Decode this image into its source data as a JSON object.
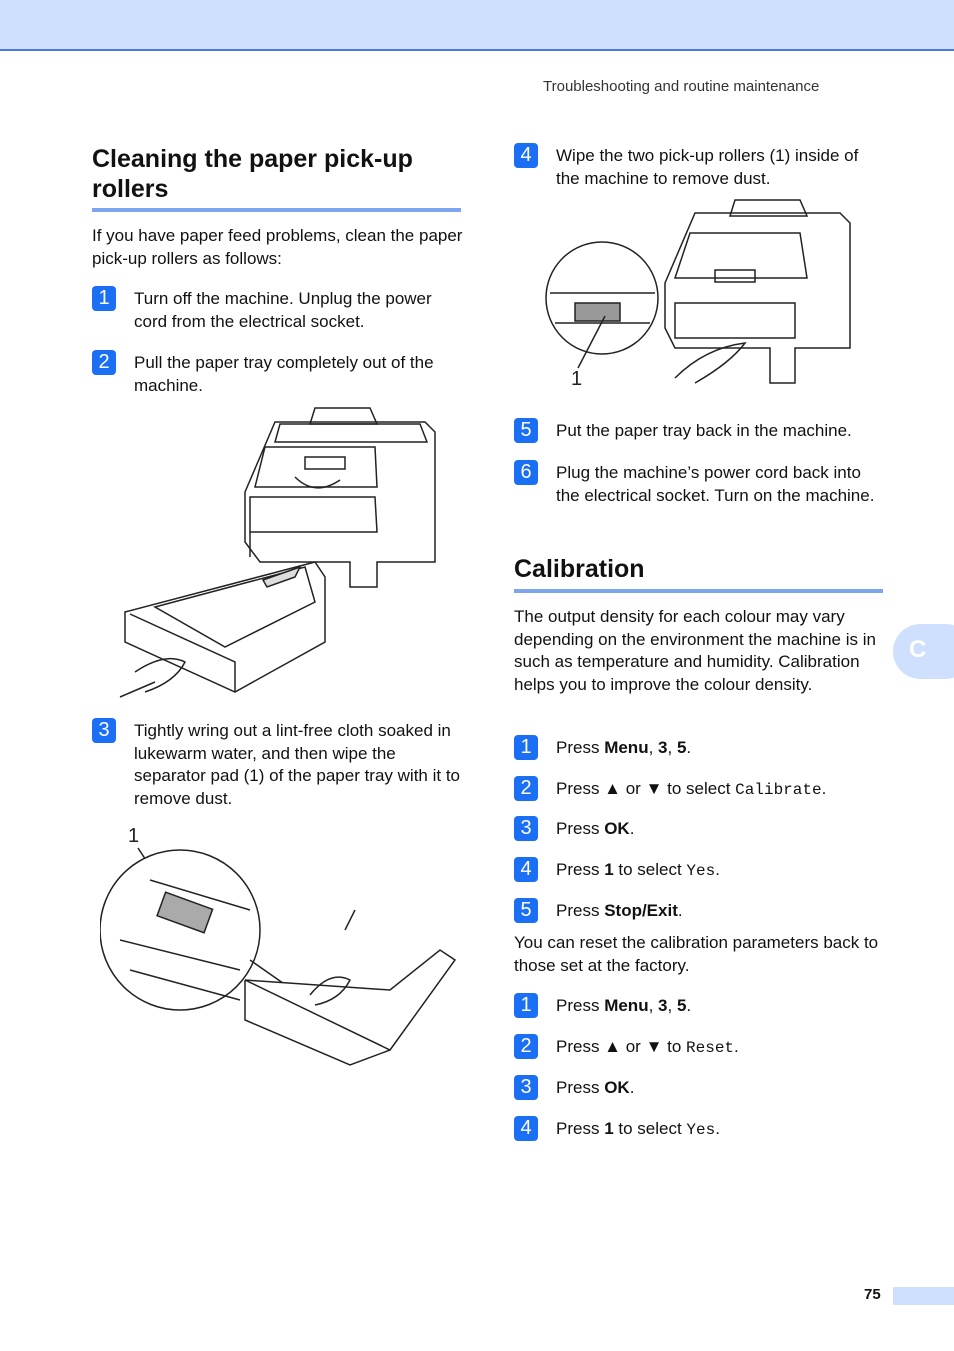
{
  "header": {
    "running_title": "Troubleshooting and routine maintenance"
  },
  "left": {
    "title": "Cleaning the paper pick-up rollers",
    "intro": "If you have paper feed problems, clean the paper pick-up rollers as follows:",
    "steps": [
      {
        "num": "1",
        "text": "Turn off the machine. Unplug the power cord from the electrical socket."
      },
      {
        "num": "2",
        "text": "Pull the paper tray completely out of the machine."
      },
      {
        "num": "3",
        "text": "Tightly wring out a lint-free cloth soaked in lukewarm water, and then wipe the separator pad (1) of the paper tray with it to remove dust."
      }
    ],
    "callout_label": "1"
  },
  "right": {
    "steps_top": [
      {
        "num": "4",
        "text": "Wipe the two pick-up rollers (1) inside of the machine to remove dust."
      },
      {
        "num": "5",
        "text": "Put the paper tray back in the machine."
      },
      {
        "num": "6",
        "text": "Plug the machine’s power cord back into the electrical socket. Turn on the machine."
      }
    ],
    "callout_label": "1",
    "calibration": {
      "title": "Calibration",
      "intro": "The output density for each colour may vary depending on the environment the machine is in such as temperature and humidity. Calibration helps you to improve the colour density.",
      "steps_a": [
        {
          "num": "1",
          "p1": "Press ",
          "b1": "Menu",
          "p2": ", ",
          "b2": "3",
          "p3": ", ",
          "b3": "5",
          "p4": "."
        },
        {
          "num": "2",
          "p1": "Press ▲ or ▼ to select ",
          "code": "Calibrate",
          "p2": "."
        },
        {
          "num": "3",
          "p1": "Press ",
          "b1": "OK",
          "p2": "."
        },
        {
          "num": "4",
          "p1": "Press ",
          "b1": "1",
          "p2": " to select ",
          "code": "Yes",
          "p3": "."
        },
        {
          "num": "5",
          "p1": "Press ",
          "b1": "Stop/Exit",
          "p2": "."
        }
      ],
      "reset_intro": "You can reset the calibration parameters back to those set at the factory.",
      "steps_b": [
        {
          "num": "1",
          "p1": "Press ",
          "b1": "Menu",
          "p2": ", ",
          "b2": "3",
          "p3": ", ",
          "b3": "5",
          "p4": "."
        },
        {
          "num": "2",
          "p1": "Press ▲ or ▼ to ",
          "code": "Reset",
          "p2": "."
        },
        {
          "num": "3",
          "p1": "Press ",
          "b1": "OK",
          "p2": "."
        },
        {
          "num": "4",
          "p1": "Press ",
          "b1": "1",
          "p2": " to select ",
          "code": "Yes",
          "p3": "."
        }
      ]
    }
  },
  "side_tab": "C",
  "page_number": "75"
}
